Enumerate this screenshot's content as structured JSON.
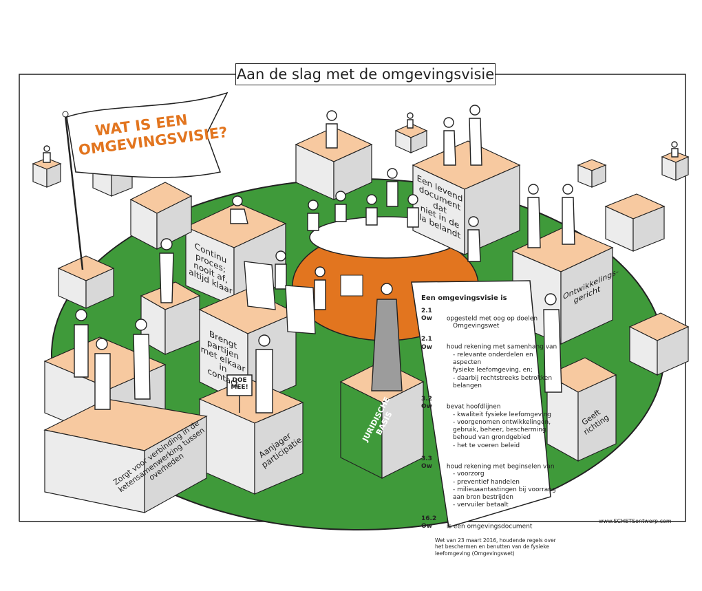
{
  "title": "Aan de slag met de omgevingsvisie",
  "flag": {
    "line1": "WAT IS EEN",
    "line2": "OMGEVINGSVISIE?"
  },
  "labels": {
    "continu": [
      "Continu proces;",
      "nooit af,",
      "altijd klaar"
    ],
    "brengt": [
      "Brengt partijen",
      "met elkaar in",
      "contact"
    ],
    "levend": [
      "Een levend",
      "document dat",
      "niet in de",
      "la belandt"
    ],
    "ontwikkeling": [
      "Ontwikkelings-",
      "gericht"
    ],
    "geeft": "Geeft richting",
    "aanjager": [
      "Aanjager",
      "participatie"
    ],
    "juridisch": "JURIDISCHE BASIS",
    "zorgt": [
      "Zorgt voor verbinding in de",
      "ketensamenwerking tussen overheden"
    ],
    "doemee": [
      "DOE",
      "MEE!"
    ]
  },
  "scroll": {
    "heading": "Een omgevingsvisie is",
    "items": [
      {
        "code": "2.1 Ow",
        "lines": [
          "opgesteld met oog op doelen",
          "Omgevingswet"
        ]
      },
      {
        "code": "2.1 Ow",
        "lines": [
          "houd rekening met samenhang van",
          "- relevante onderdelen en aspecten",
          "fysieke leefomgeving, en;",
          "- daarbij rechtstreeks betrokken",
          "belangen"
        ]
      },
      {
        "code": "3.2 Ow",
        "lines": [
          "bevat hoofdlijnen",
          "- kwaliteit fysieke leefomgeving",
          "- voorgenomen ontwikkelingen,",
          "gebruik, beheer, bescherming,",
          "behoud van grondgebied",
          "- het te voeren beleid"
        ]
      },
      {
        "code": "3.3 Ow",
        "lines": [
          "houd rekening met beginselen van",
          "- voorzorg",
          "- preventief handelen",
          "- milieuaantastingen bij voorrang",
          "aan bron bestrijden",
          "- vervuiler betaalt"
        ]
      },
      {
        "code": "16.2 Ow",
        "lines": [
          "is een omgevingsdocument"
        ]
      }
    ],
    "law": "Wet van 23 maart 2016, houdende regels over het beschermen en benutten van de fysieke leefomgeving (Omgevingswet)"
  },
  "credit": "www.SCHETSontwerp.com",
  "colors": {
    "green": "#3f9a3a",
    "orange": "#e2751f",
    "cube_top": "#f7c9a0",
    "cube_side": "#d8d8d8",
    "cube_front": "#ececec"
  }
}
